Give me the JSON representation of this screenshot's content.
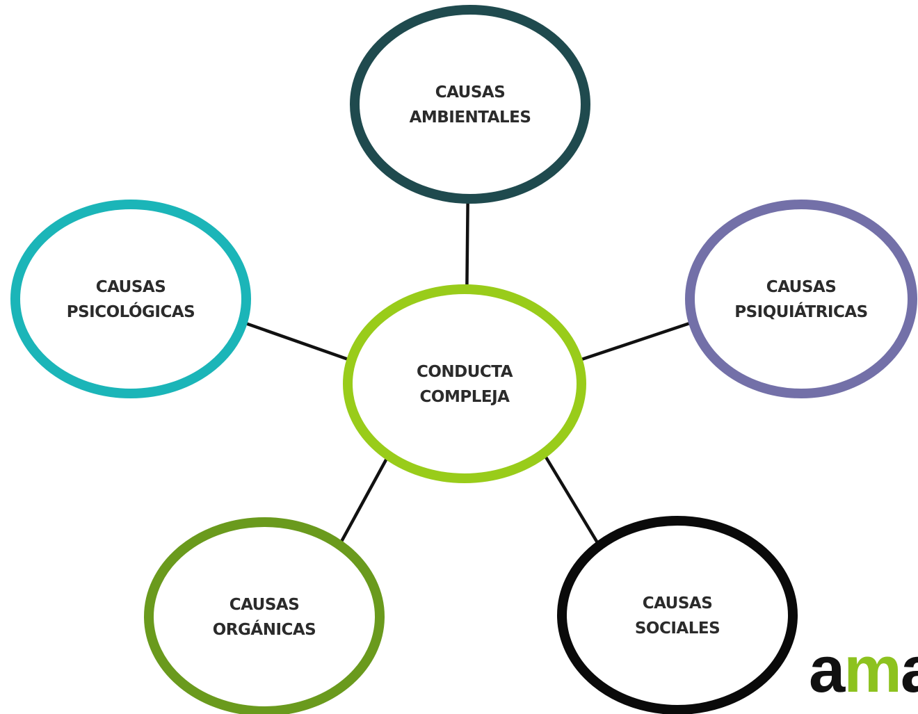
{
  "diagram": {
    "nodes": [
      {
        "id": "ambientales",
        "lines": [
          "CAUSAS",
          "AMBIENTALES"
        ],
        "color": "#1f4a4e"
      },
      {
        "id": "psicologicas",
        "lines": [
          "CAUSAS",
          "PSICOLÓGICAS"
        ],
        "color": "#1bb5b8"
      },
      {
        "id": "psiquiatricas",
        "lines": [
          "CAUSAS",
          "PSIQUIÁTRICAS"
        ],
        "color": "#7370a8"
      },
      {
        "id": "conducta",
        "lines": [
          "CONDUCTA",
          "COMPLEJA"
        ],
        "color": "#99cc1a"
      },
      {
        "id": "organicas",
        "lines": [
          "CAUSAS",
          "ORGÁNICAS"
        ],
        "color": "#6a9a1d"
      },
      {
        "id": "sociales",
        "lines": [
          "CAUSAS",
          "SOCIALES"
        ],
        "color": "#0a0a0a"
      }
    ],
    "edges": [
      {
        "from": "conducta",
        "to": "ambientales"
      },
      {
        "from": "conducta",
        "to": "psicologicas"
      },
      {
        "from": "conducta",
        "to": "psiquiatricas"
      },
      {
        "from": "conducta",
        "to": "organicas"
      },
      {
        "from": "conducta",
        "to": "sociales"
      }
    ]
  },
  "logo": {
    "part1": "a",
    "part2": "m",
    "part3": "a",
    "color1": "#111111",
    "color2": "#8dc21f",
    "color3": "#111111"
  }
}
